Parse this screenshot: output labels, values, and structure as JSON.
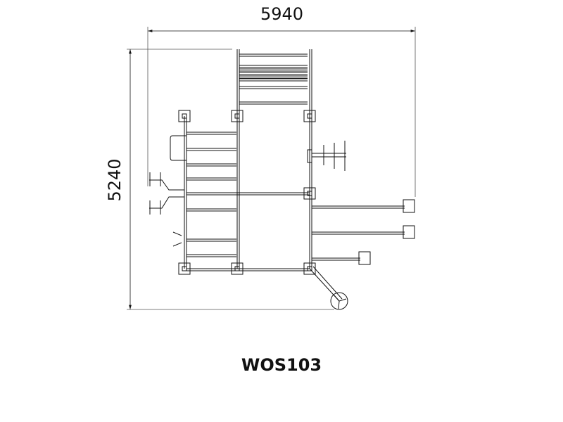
{
  "dimensions": {
    "width_label": "5940",
    "height_label": "5240"
  },
  "title": "WOS103",
  "colors": {
    "line": "#111111",
    "dim_line": "#444444"
  }
}
